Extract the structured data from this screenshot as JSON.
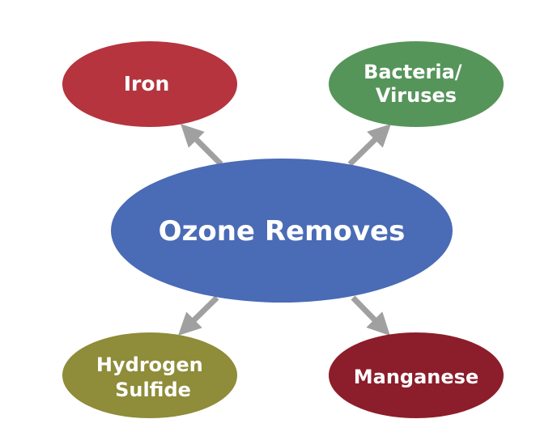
{
  "center": {
    "label": "Ozone Removes",
    "color": "#4a6bb5"
  },
  "nodes": {
    "iron": {
      "label": "Iron",
      "color": "#b5343e"
    },
    "bacteria": {
      "line1": "Bacteria/",
      "line2": "Viruses",
      "color": "#55955a"
    },
    "hydrogen_sulfide": {
      "line1": "Hydrogen",
      "line2": "Sulfide",
      "color": "#8f8c3a"
    },
    "manganese": {
      "label": "Manganese",
      "color": "#8c1d2a"
    }
  },
  "arrow_color": "#a0a0a0"
}
